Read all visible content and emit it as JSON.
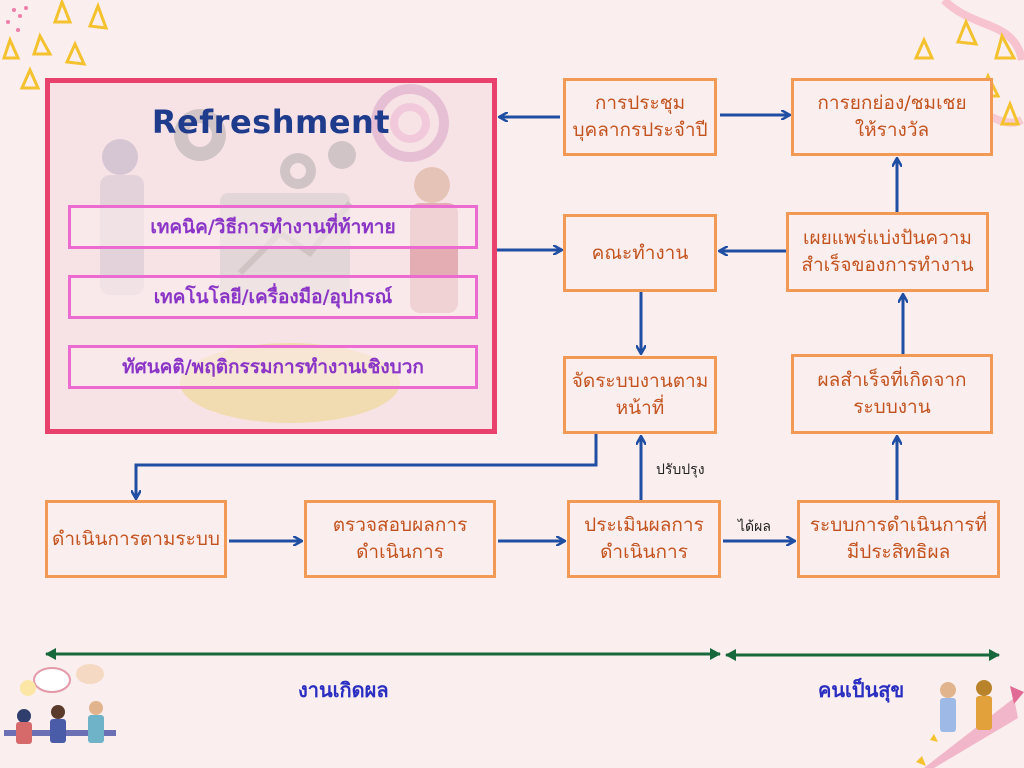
{
  "refreshment": {
    "title": "Refreshment",
    "items": [
      "เทคนิค/วิธีการทำงานที่ท้าทาย",
      "เทคโนโลยี/เครื่องมือ/อุปกรณ์",
      "ทัศนคติ/พฤติกรรมการทำงานเชิงบวก"
    ]
  },
  "boxes": {
    "annual_meeting": [
      "การประชุม",
      "บุคลากรประจำปี"
    ],
    "recognition": [
      "การยกย่อง/ชมเชย",
      "ให้รางวัล"
    ],
    "working_team": [
      "คณะทำงาน"
    ],
    "dissemination": [
      "เผยแพร่แบ่งปันความ",
      "สำเร็จของการทำงาน"
    ],
    "assign_system": [
      "จัดระบบงานตาม",
      "หน้าที่"
    ],
    "system_results": [
      "ผลสำเร็จที่เกิดจาก",
      "ระบบงาน"
    ],
    "execute": [
      "ดำเนินการตามระบบ"
    ],
    "check": [
      "ตรวจสอบผลการ",
      "ดำเนินการ"
    ],
    "evaluate": [
      "ประเมินผลการ",
      "ดำเนินการ"
    ],
    "effective_system": [
      "ระบบการดำเนินการที่",
      "มีประสิทธิผล"
    ]
  },
  "edge_labels": {
    "improve": "ปรับปรุง",
    "achieved": "ได้ผล"
  },
  "bottom": {
    "left_label": "งานเกิดผล",
    "right_label": "คนเป็นสุข"
  },
  "colors": {
    "background": "#fbeeee",
    "box_border": "#f29a55",
    "box_text": "#c4541f",
    "panel_border": "#e8416b",
    "pill_border": "#ec6bd0",
    "pill_text": "#8b35c7",
    "title": "#1e3b8c",
    "arrow_blue": "#1f4ea3",
    "arrow_green": "#17683a",
    "bottom_label": "#2a2fc2"
  }
}
